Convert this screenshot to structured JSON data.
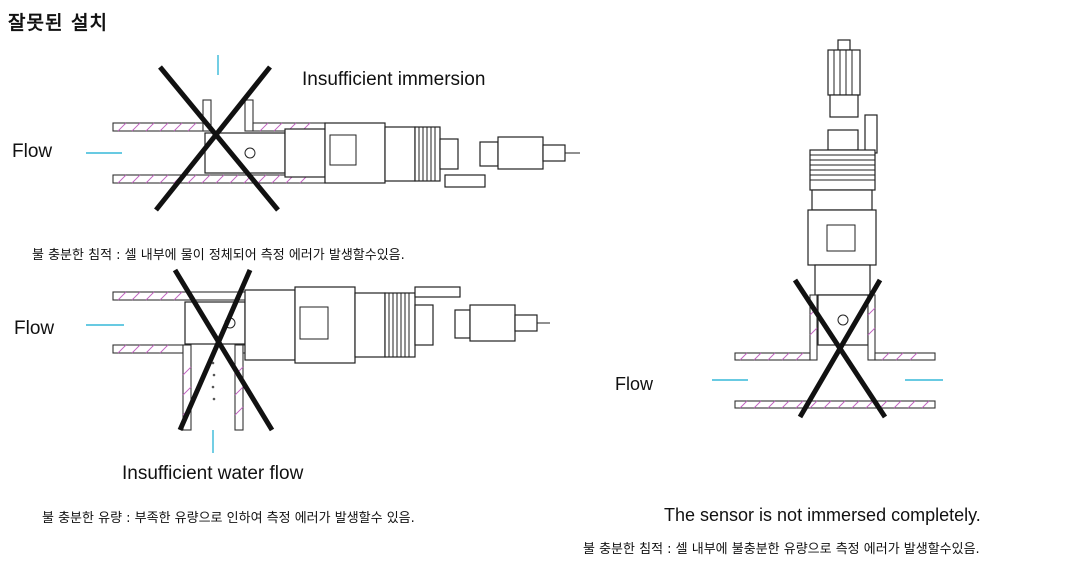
{
  "page_title": "잘못된 설치",
  "diagram_1": {
    "label_top": "Insufficient immersion",
    "flow_label": "Flow",
    "caption_ko": "불 충분한 침적 : 셀 내부에 물이 정체되어 측정 에러가 발생할수있음."
  },
  "diagram_2": {
    "flow_label": "Flow",
    "label_bottom": "Insufficient water flow",
    "caption_ko": "불 충분한 유량 : 부족한 유량으로 인하여 측정 에러가 발생할수 있음."
  },
  "diagram_3": {
    "flow_label": "Flow",
    "caption_en": "The sensor is not immersed completely.",
    "caption_ko": "불 충분한 침적 : 셀 내부에 불충분한 유량으로 측정 에러가 발생할수있음."
  },
  "colors": {
    "hatch": "#c060c0",
    "flow_arrow": "#37b8d8",
    "cross": "#111111"
  }
}
